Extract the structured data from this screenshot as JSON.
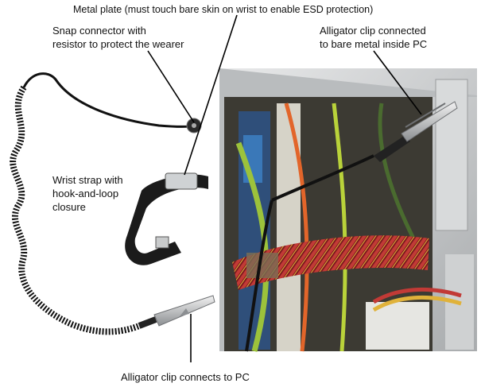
{
  "labels": {
    "metal_plate": "Metal plate (must touch bare skin on wrist to enable ESD protection)",
    "snap_connector": "Snap connector with\nresistor to protect the wearer",
    "alligator_clip_pc": "Alligator clip connected\nto bare metal inside PC",
    "wrist_strap": "Wrist strap with\nhook-and-loop\nclosure",
    "alligator_connects": "Alligator clip connects to PC"
  },
  "colors": {
    "cord": "#111111",
    "case_metal": "#c9cbcc",
    "cable_green": "#9cc23b",
    "cable_orange": "#e2652a",
    "sleeve_red": "#b0262a",
    "board_blue": "#3a78b8"
  }
}
